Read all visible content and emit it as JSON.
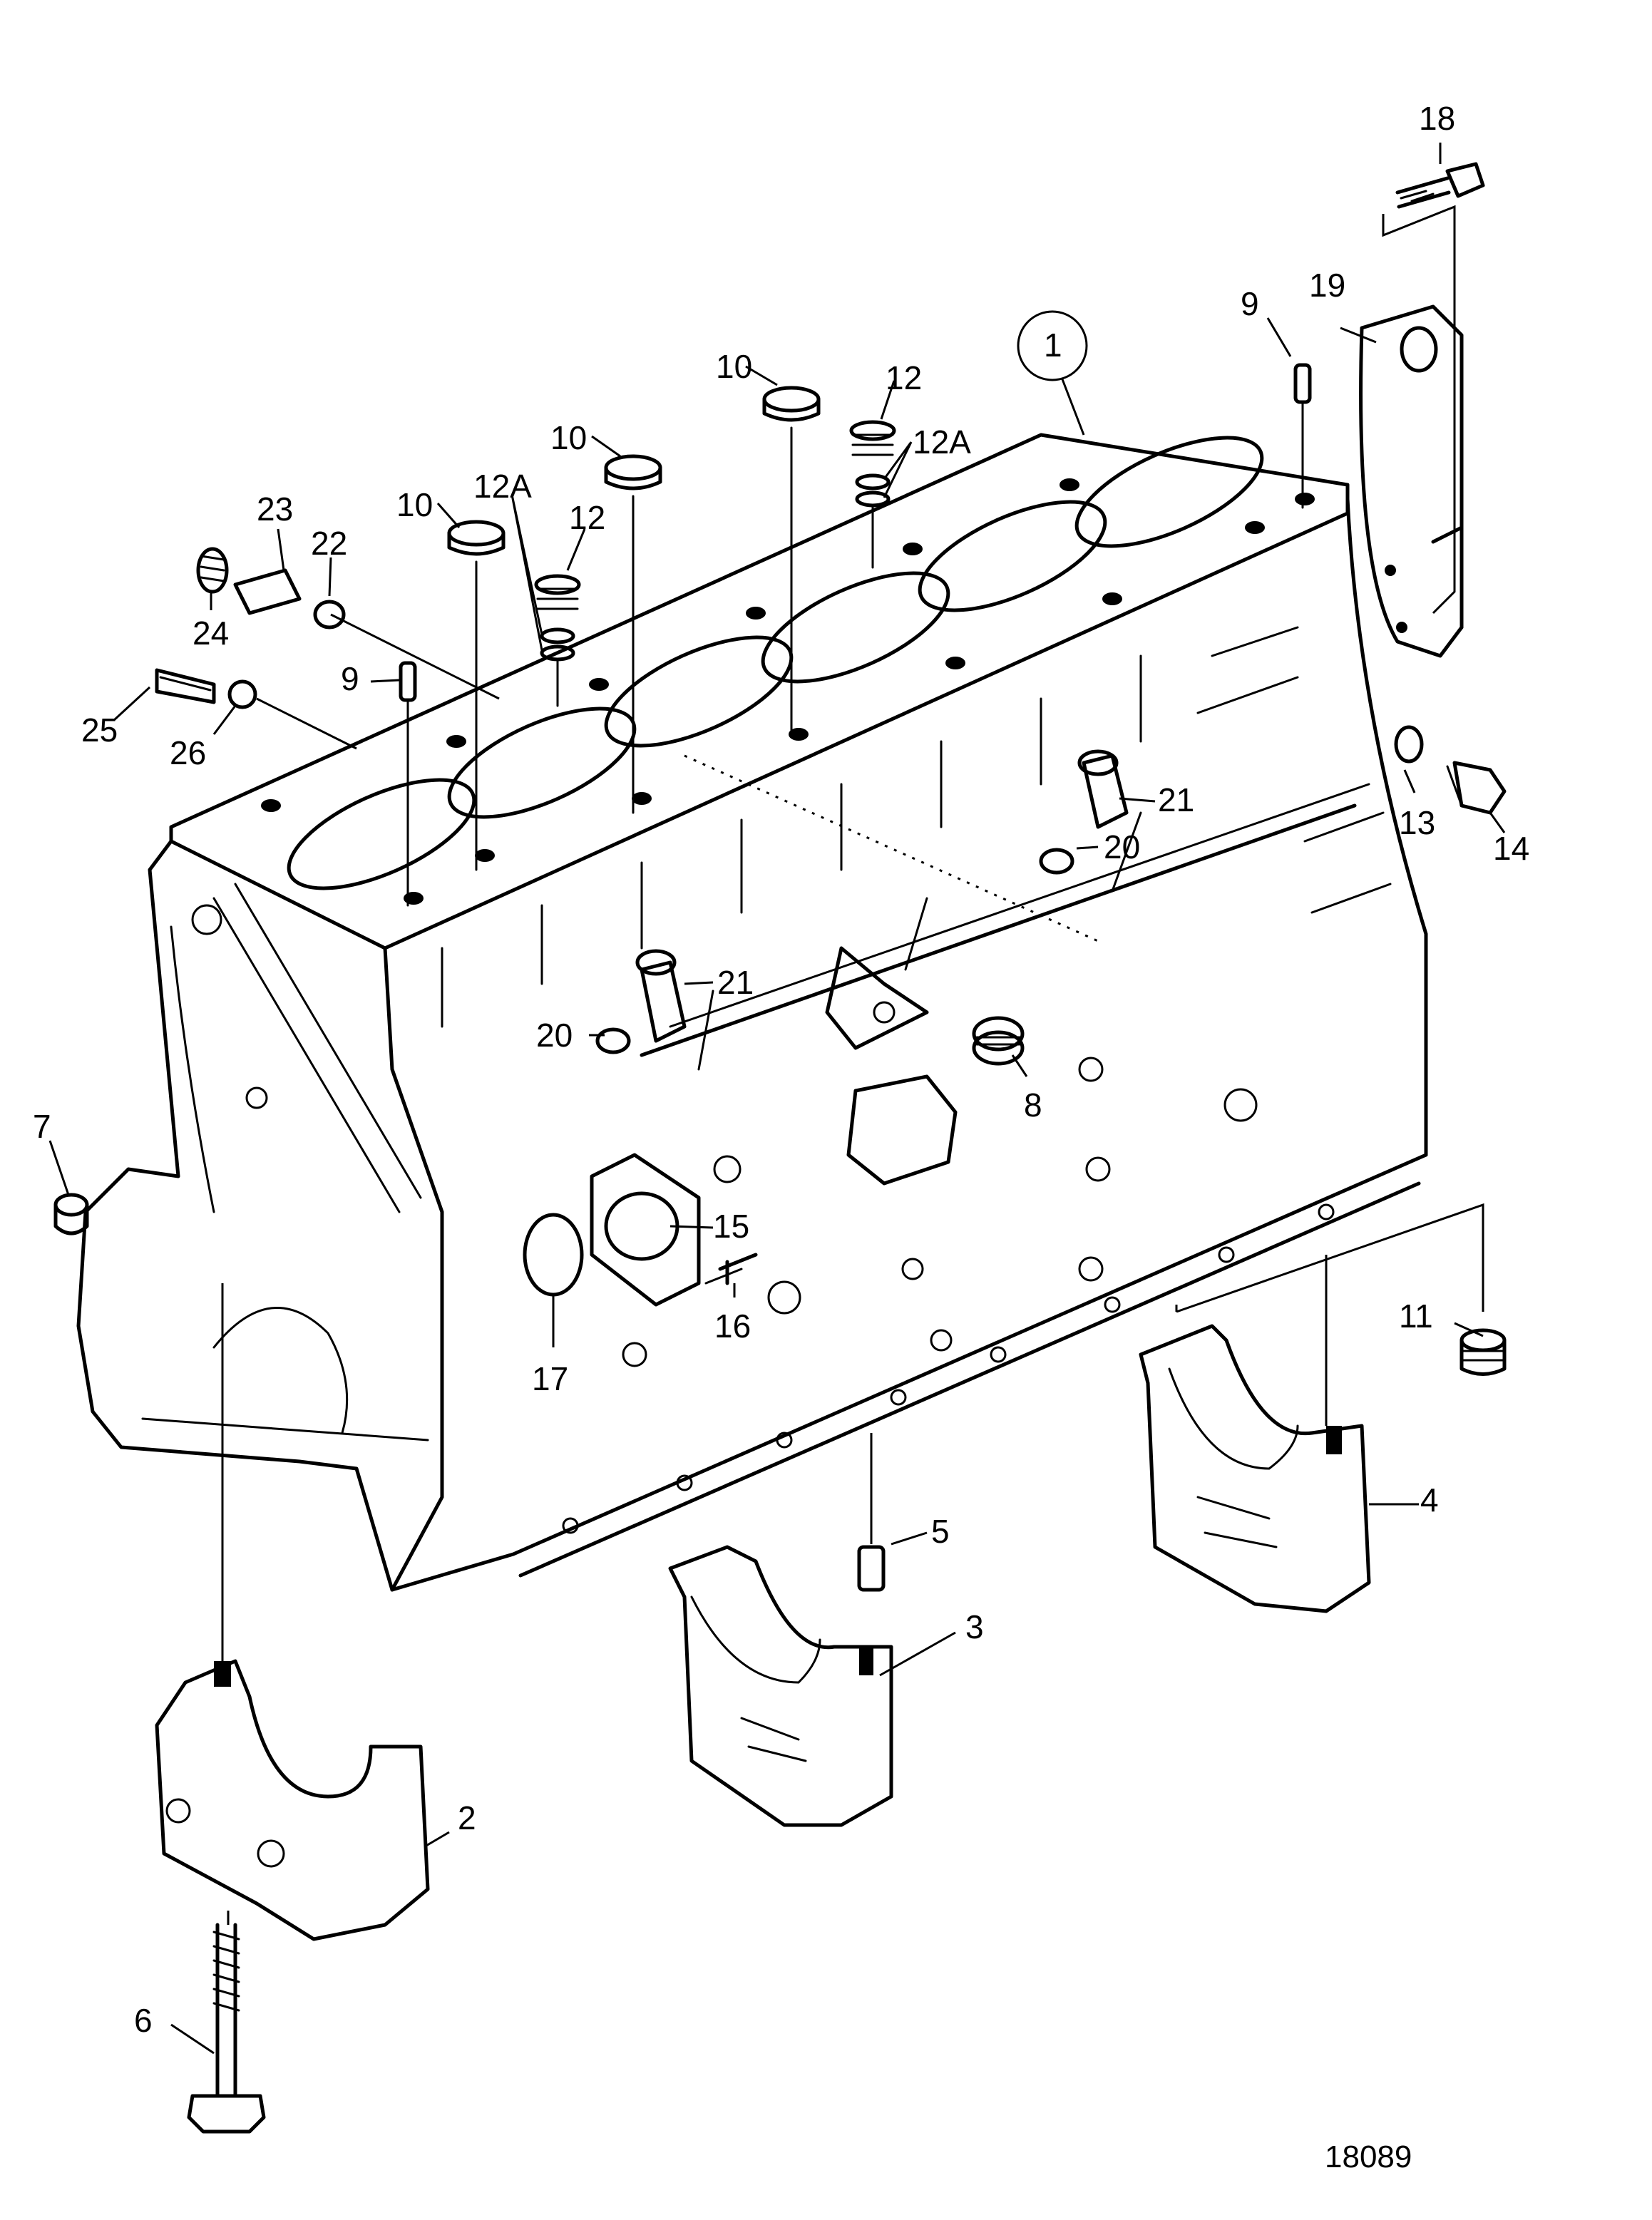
{
  "drawing_number": "18089",
  "part_labels": {
    "p1": "1",
    "p2": "2",
    "p3": "3",
    "p4": "4",
    "p5": "5",
    "p6": "6",
    "p7": "7",
    "p8": "8",
    "p9a": "9",
    "p9b": "9",
    "p10a": "10",
    "p10b": "10",
    "p10c": "10",
    "p11": "11",
    "p12a": "12",
    "p12b": "12",
    "p12Aa": "12A",
    "p12Ab": "12A",
    "p13": "13",
    "p14": "14",
    "p15": "15",
    "p16": "16",
    "p17": "17",
    "p18": "18",
    "p19": "19",
    "p20a": "20",
    "p20b": "20",
    "p21a": "21",
    "p21b": "21",
    "p22": "22",
    "p23": "23",
    "p24": "24",
    "p25": "25",
    "p26": "26"
  }
}
